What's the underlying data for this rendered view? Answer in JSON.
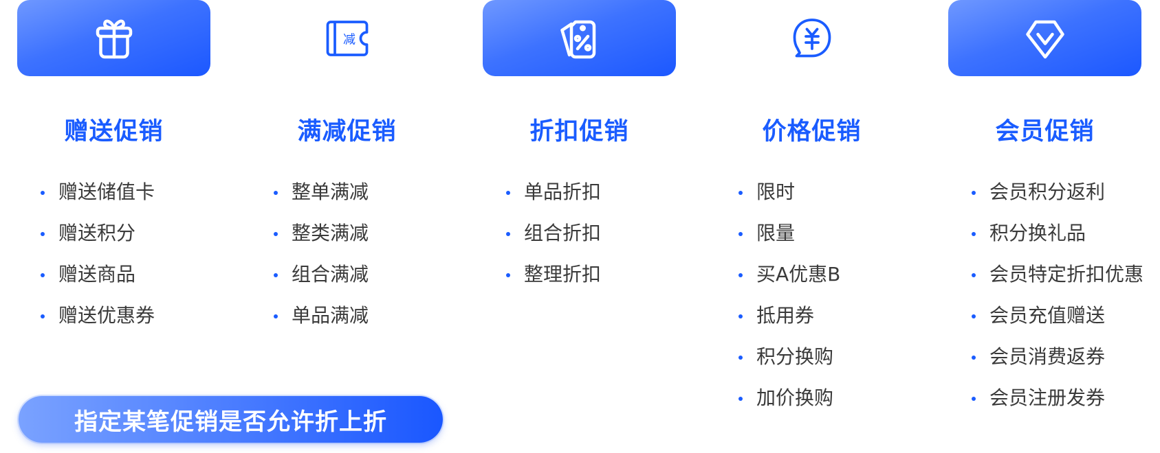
{
  "colors": {
    "accent": "#1a5cff",
    "text": "#3a3a3a"
  },
  "columns": [
    {
      "icon": "gift-icon",
      "title": "赠送促销",
      "items": [
        "赠送储值卡",
        "赠送积分",
        "赠送商品",
        "赠送优惠券"
      ]
    },
    {
      "icon": "coupon-reduce-icon",
      "icon_text": "减",
      "title": "满减促销",
      "items": [
        "整单满减",
        "整类满减",
        "组合满减",
        "单品满减"
      ]
    },
    {
      "icon": "discount-tag-icon",
      "title": "折扣促销",
      "items": [
        "单品折扣",
        "组合折扣",
        "整理折扣"
      ]
    },
    {
      "icon": "yen-chat-icon",
      "title": "价格促销",
      "items": [
        "限时",
        "限量",
        "买A优惠B",
        "抵用券",
        "积分换购",
        "加价换购"
      ]
    },
    {
      "icon": "diamond-icon",
      "title": "会员促销",
      "items": [
        "会员积分返利",
        "积分换礼品",
        "会员特定折扣优惠",
        "会员充值赠送",
        "会员消费返券",
        "会员注册发券"
      ]
    }
  ],
  "bottom_button": "指定某笔促销是否允许折上折"
}
